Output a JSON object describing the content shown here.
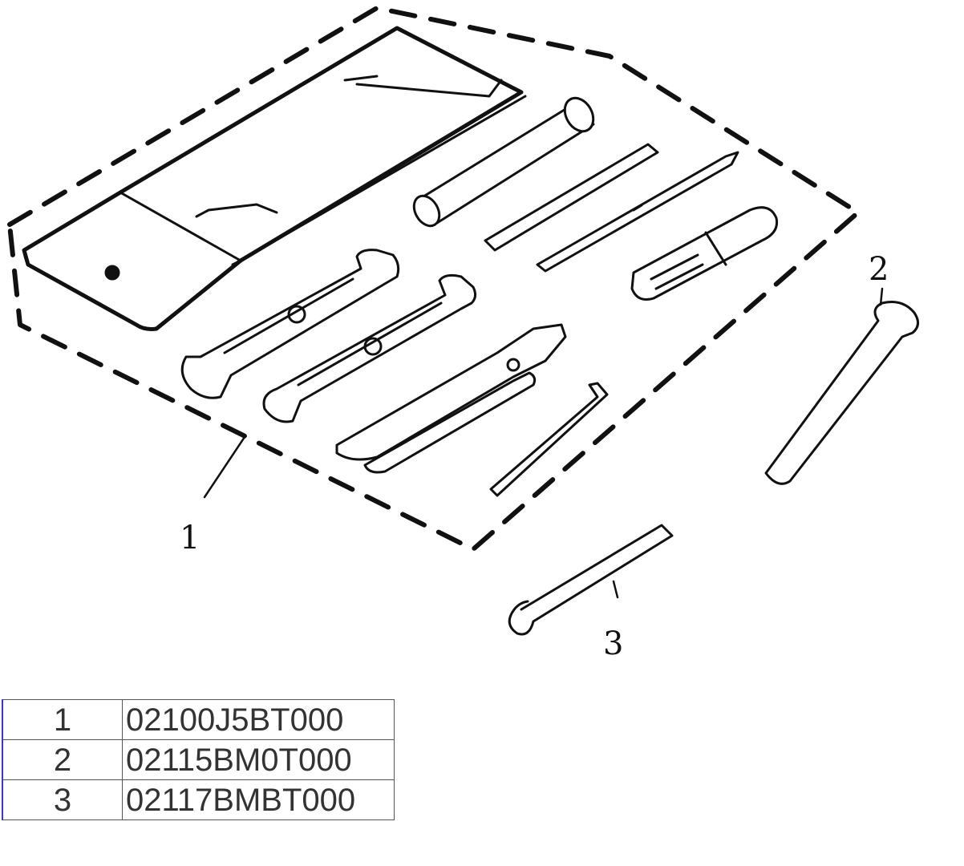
{
  "callouts": {
    "one": "1",
    "two": "2",
    "three": "3"
  },
  "parts_table": {
    "rows": [
      {
        "number": "1",
        "code": "02100J5BT000"
      },
      {
        "number": "2",
        "code": "02115BM0T000"
      },
      {
        "number": "3",
        "code": "02117BMBT000"
      }
    ]
  },
  "icons": [
    "tool-bag",
    "socket-tube",
    "tommy-bar",
    "screwdriver-bit",
    "screwdriver-handle",
    "open-end-wrench",
    "pliers",
    "hex-key",
    "spanner",
    "hook-wrench"
  ]
}
